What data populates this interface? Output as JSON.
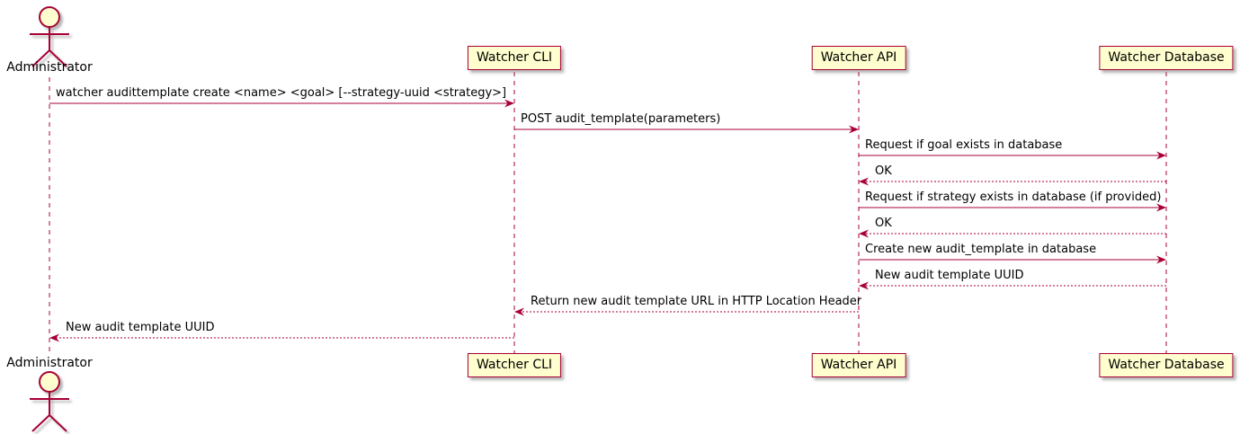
{
  "diagram": {
    "type": "uml-sequence",
    "colors": {
      "participant_fill": "#FEFECE",
      "stroke": "#A80036",
      "text": "#000000",
      "background": "#FFFFFF"
    },
    "participants": [
      {
        "id": "admin",
        "label": "Administrator",
        "kind": "actor"
      },
      {
        "id": "cli",
        "label": "Watcher CLI",
        "kind": "participant"
      },
      {
        "id": "api",
        "label": "Watcher API",
        "kind": "participant"
      },
      {
        "id": "db",
        "label": "Watcher Database",
        "kind": "participant"
      }
    ],
    "messages": [
      {
        "from": "admin",
        "to": "cli",
        "style": "solid",
        "label": "watcher audittemplate create <name> <goal> [--strategy-uuid <strategy>]"
      },
      {
        "from": "cli",
        "to": "api",
        "style": "solid",
        "label": "POST audit_template(parameters)"
      },
      {
        "from": "api",
        "to": "db",
        "style": "solid",
        "label": "Request if goal exists in database"
      },
      {
        "from": "db",
        "to": "api",
        "style": "dashed",
        "label": "OK"
      },
      {
        "from": "api",
        "to": "db",
        "style": "solid",
        "label": "Request if strategy exists in database (if provided)"
      },
      {
        "from": "db",
        "to": "api",
        "style": "dashed",
        "label": "OK"
      },
      {
        "from": "api",
        "to": "db",
        "style": "solid",
        "label": "Create new audit_template in database"
      },
      {
        "from": "db",
        "to": "api",
        "style": "dashed",
        "label": "New audit template UUID"
      },
      {
        "from": "api",
        "to": "cli",
        "style": "dashed",
        "label": "Return new audit template URL in HTTP Location Header"
      },
      {
        "from": "cli",
        "to": "admin",
        "style": "dashed",
        "label": "New audit template UUID"
      }
    ]
  }
}
